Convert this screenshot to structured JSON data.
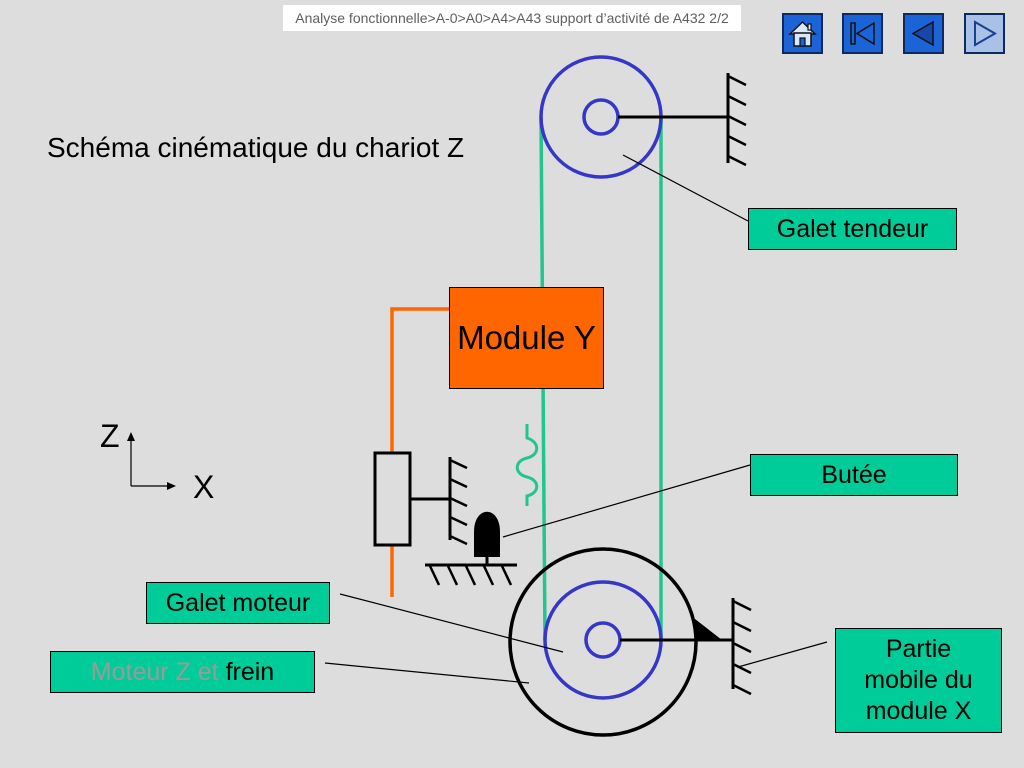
{
  "header": {
    "breadcrumb": "Analyse fonctionnelle>A-0>A0>A4>A43 support d’activité de A432 2/2"
  },
  "navigation": {
    "icons": [
      "home-icon",
      "first-slide-icon",
      "previous-slide-icon",
      "next-slide-icon"
    ]
  },
  "slide": {
    "title": "Schéma cinématique du chariot Z"
  },
  "diagram": {
    "module_y": "Module Y",
    "axes": {
      "z": "Z",
      "x": "X"
    },
    "labels": {
      "galet_tendeur": "Galet tendeur",
      "butee": "Butée",
      "galet_moteur": "Galet moteur",
      "moteur_frein": {
        "faded": "Moteur Z et",
        "main": "frein"
      },
      "partie_mobile": [
        "Partie",
        "mobile du",
        "module X"
      ]
    }
  },
  "colors": {
    "background": "#dddddd",
    "label_fill": "#00cc99",
    "belt": "#22c58e",
    "pulley": "#3636c8",
    "module_y": "#ff6600",
    "faded_text": "#9a9a9a",
    "nav_button": "#1a64d8",
    "nav_button_dark": "#1548a8",
    "nav_button_light": "#a9c1e6"
  }
}
